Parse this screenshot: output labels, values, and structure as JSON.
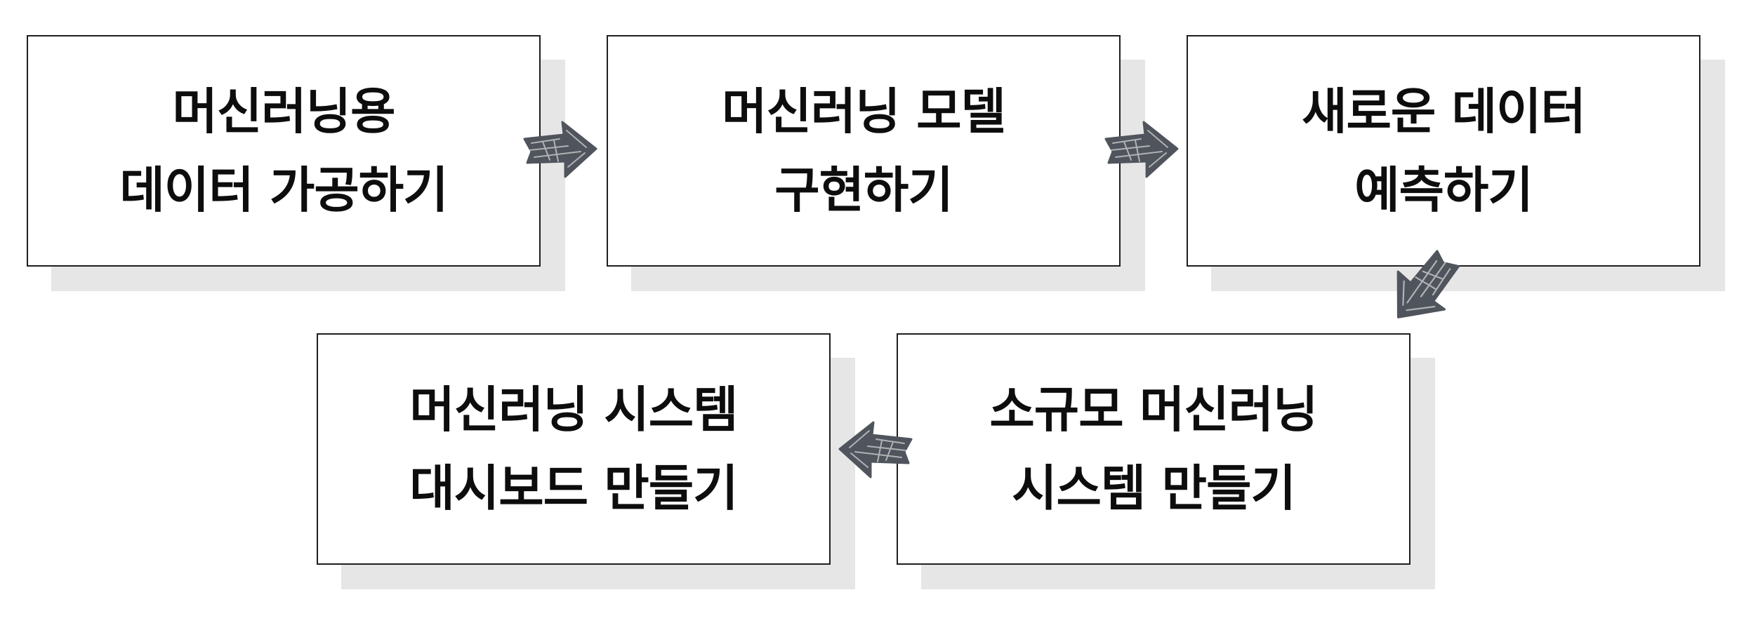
{
  "colors": {
    "box_border": "#1f1f1f",
    "box_fill": "#ffffff",
    "shadow": "#e6e6e6",
    "arrow_fill": "#50545c",
    "arrow_hatch": "#ffffff",
    "text": "#0d0d0d"
  },
  "steps": [
    {
      "lines": [
        "머신러닝용",
        "데이터 가공하기"
      ]
    },
    {
      "lines": [
        "머신러닝 모델",
        "구현하기"
      ]
    },
    {
      "lines": [
        "새로운 데이터",
        "예측하기"
      ]
    },
    {
      "lines": [
        "소규모 머신러닝",
        "시스템 만들기"
      ]
    },
    {
      "lines": [
        "머신러닝 시스템",
        "대시보드 만들기"
      ]
    }
  ],
  "arrows": [
    {
      "icon": "sketch-arrow-right-icon",
      "direction": "right"
    },
    {
      "icon": "sketch-arrow-right-icon",
      "direction": "right"
    },
    {
      "icon": "sketch-arrow-down-left-icon",
      "direction": "down-left"
    },
    {
      "icon": "sketch-arrow-left-icon",
      "direction": "left"
    }
  ]
}
